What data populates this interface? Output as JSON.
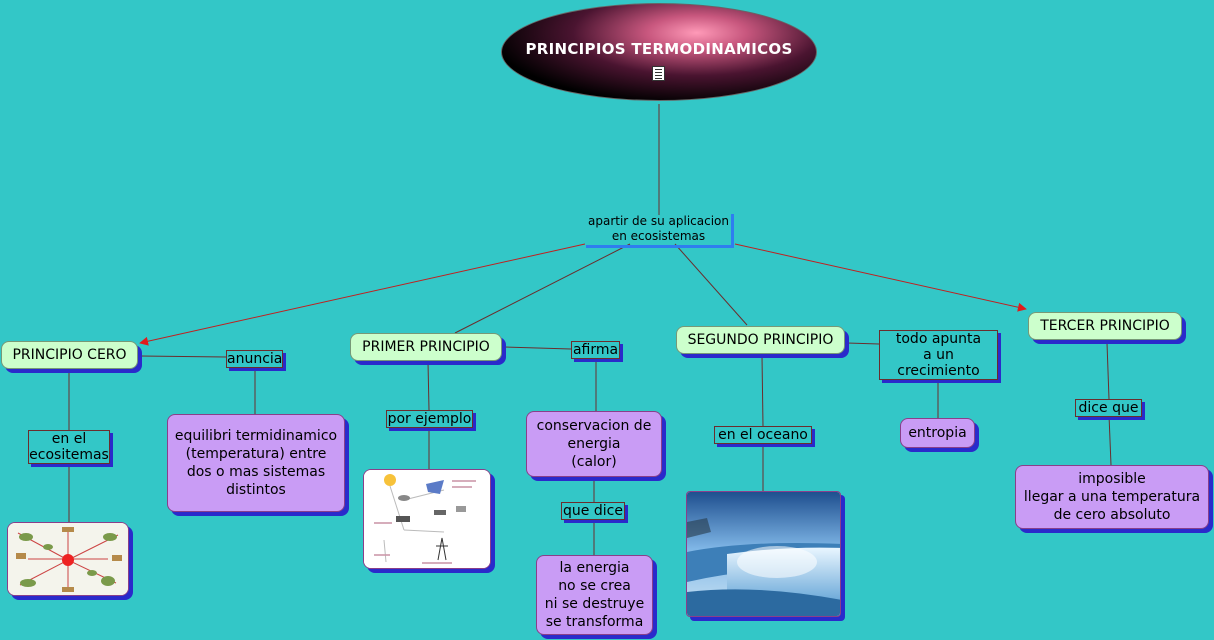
{
  "title": "PRINCIPIOS TERMODINAMICOS",
  "center": "apartir de su aplicacion\nen ecosistemas",
  "nodes": {
    "cero": "PRINCIPIO CERO",
    "primer": "PRIMER PRINCIPIO",
    "segundo": "SEGUNDO PRINCIPIO",
    "tercer": "TERCER PRINCIPIO",
    "cero_desc": "equilibri termidinamico\n(temperatura) entre\ndos o mas sistemas\ndistintos",
    "conservacion": "conservacion de\nenergia\n(calor)",
    "energia": "la energia\nno se crea\nni se destruye\nse transforma",
    "entropia": "entropia",
    "imposible": "imposible\nllegar a una temperatura\nde cero absoluto"
  },
  "links": {
    "anuncia": "anuncia",
    "en_el_ecositemas": "en el\necositemas",
    "por_ejemplo": "por ejemplo",
    "afirma": "afirma",
    "que_dice": "que dice",
    "en_el_oceano": " en el oceano",
    "todo_apunta": "todo apunta\na un crecimiento",
    "dice_que": "dice que"
  },
  "colors": {
    "background": "#33c7c7",
    "concept_green": "#ccffcc",
    "concept_purple": "#c99cf5",
    "shadow": "#2a2acb",
    "arrow": "#dd2222"
  }
}
